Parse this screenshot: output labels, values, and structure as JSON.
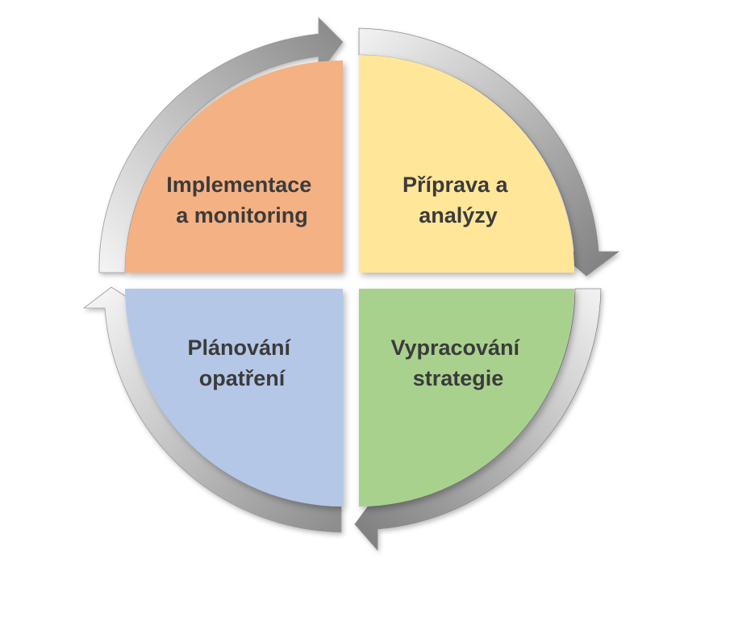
{
  "diagram": {
    "quadrants": [
      {
        "id": "top-left",
        "lines": [
          "Implementace",
          "a monitoring"
        ],
        "color": "#f4b183"
      },
      {
        "id": "top-right",
        "lines": [
          "Příprava a",
          "analýzy"
        ],
        "color": "#ffe699"
      },
      {
        "id": "bottom-right",
        "lines": [
          "Vypracování",
          "strategie"
        ],
        "color": "#a9d18e"
      },
      {
        "id": "bottom-left",
        "lines": [
          "Plánování",
          "opatření"
        ],
        "color": "#b4c7e7"
      }
    ],
    "arrow_color_light": "#f2f2f2",
    "arrow_color_dark": "#7f7f7f",
    "text_color": "#3b3b3b"
  }
}
